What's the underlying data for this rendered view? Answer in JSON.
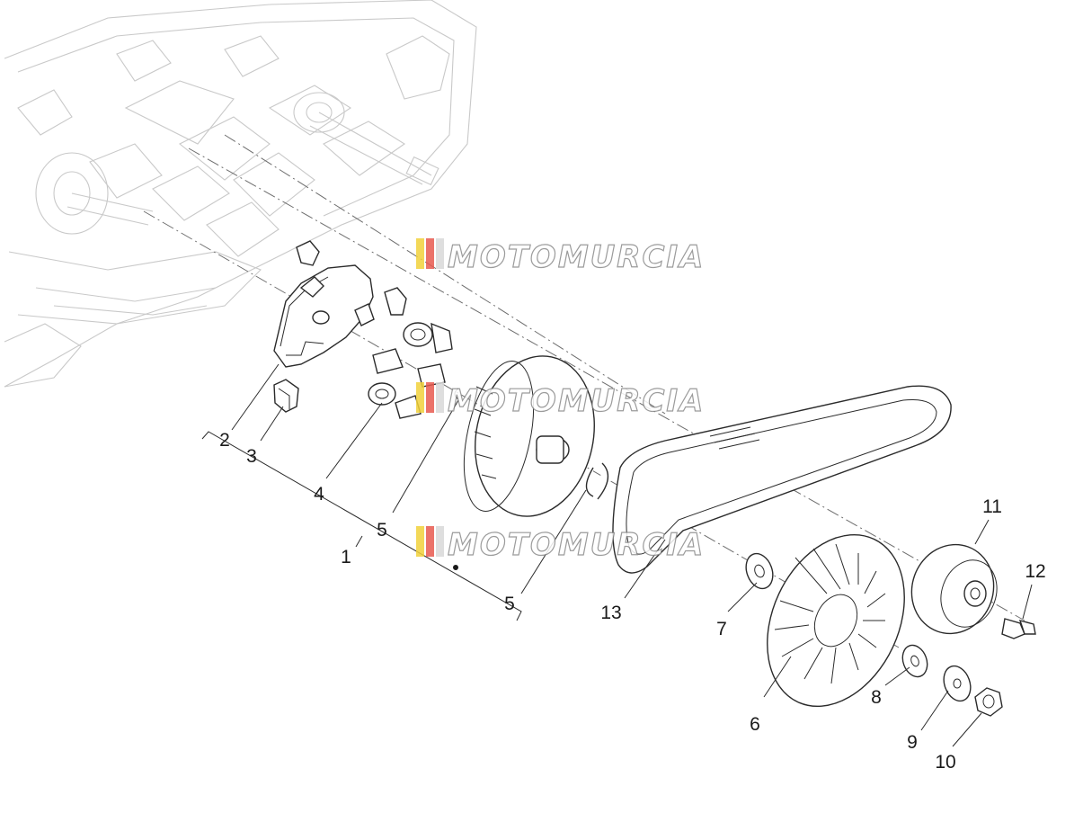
{
  "watermark": {
    "text": "MOTOMURCIA",
    "stripe_colors": [
      "#f2d23b",
      "#e85a4f",
      "#d9d9d9"
    ]
  },
  "colors": {
    "line": "#2b2b2b",
    "background_engine": "#c9c9c9",
    "label": "#1a1a1a"
  },
  "callouts": [
    {
      "id": "1",
      "label": "1"
    },
    {
      "id": "2",
      "label": "2"
    },
    {
      "id": "3",
      "label": "3"
    },
    {
      "id": "4",
      "label": "4"
    },
    {
      "id": "5a",
      "label": "5"
    },
    {
      "id": "5b",
      "label": "5"
    },
    {
      "id": "6",
      "label": "6"
    },
    {
      "id": "7",
      "label": "7"
    },
    {
      "id": "8",
      "label": "8"
    },
    {
      "id": "9",
      "label": "9"
    },
    {
      "id": "10",
      "label": "10"
    },
    {
      "id": "11",
      "label": "11"
    },
    {
      "id": "12",
      "label": "12"
    },
    {
      "id": "13",
      "label": "13"
    }
  ]
}
